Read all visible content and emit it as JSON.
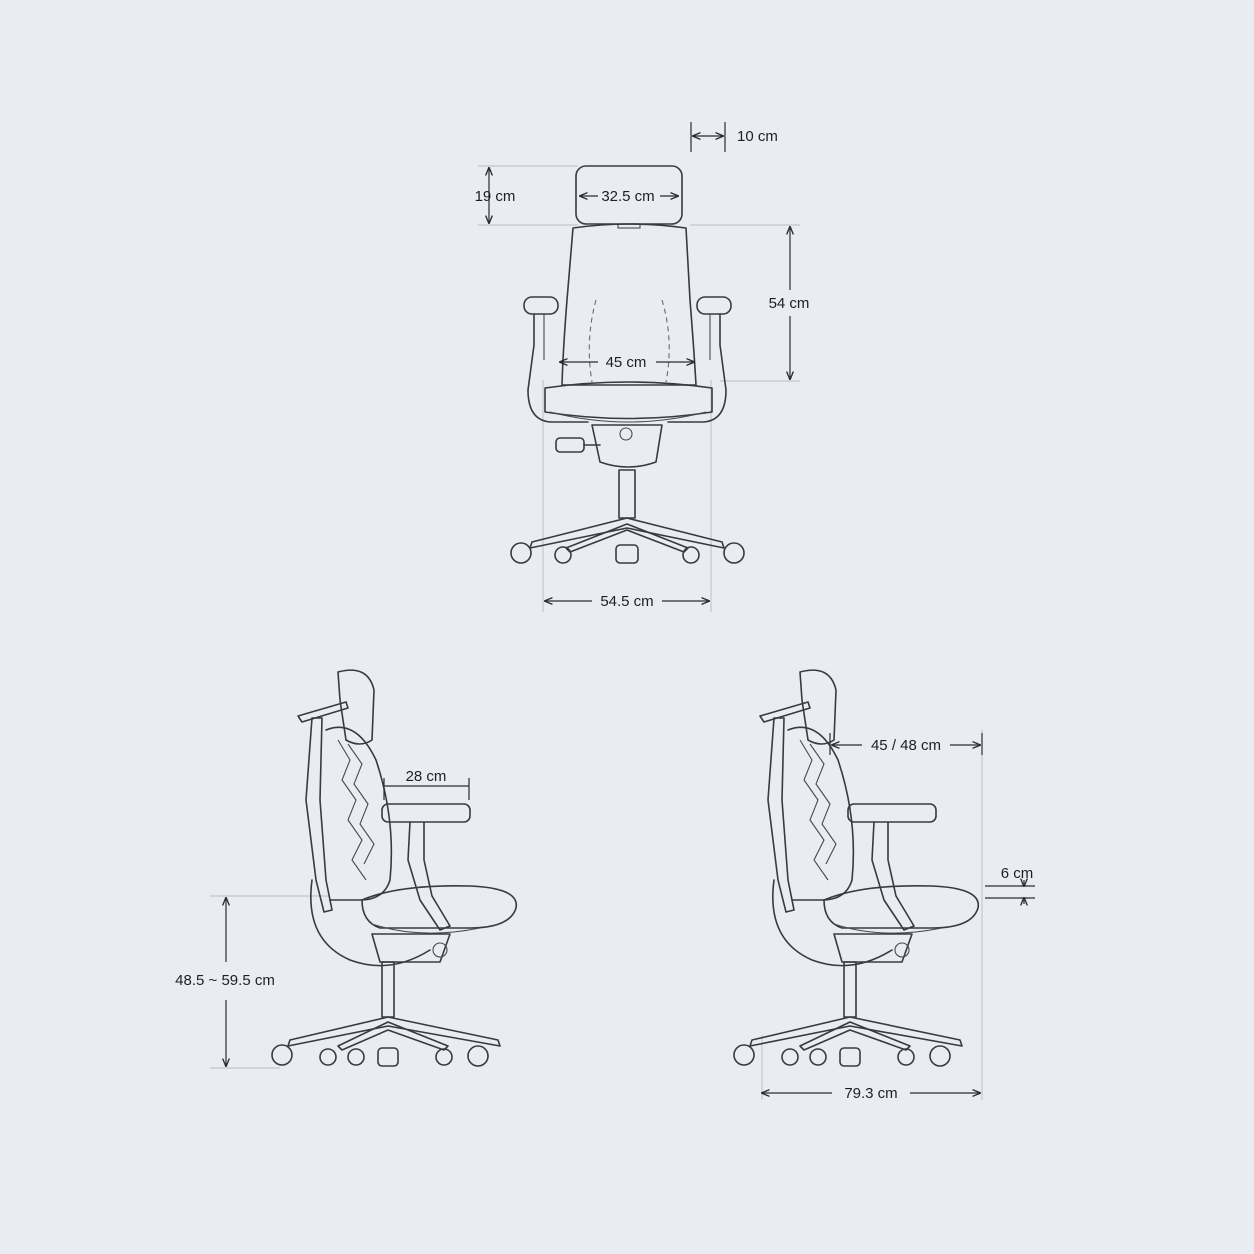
{
  "front_view": {
    "headrest_offset": "10 cm",
    "headrest_height": "19 cm",
    "headrest_width": "32.5 cm",
    "backrest_height": "54 cm",
    "seat_width": "45 cm",
    "base_width": "54.5 cm"
  },
  "side_view_left": {
    "armrest_length": "28 cm",
    "seat_height": "48.5 ~ 59.5 cm"
  },
  "side_view_right": {
    "seat_depth": "45 / 48 cm",
    "seat_depth_adjust": "6 cm",
    "overall_depth": "79.3 cm"
  }
}
